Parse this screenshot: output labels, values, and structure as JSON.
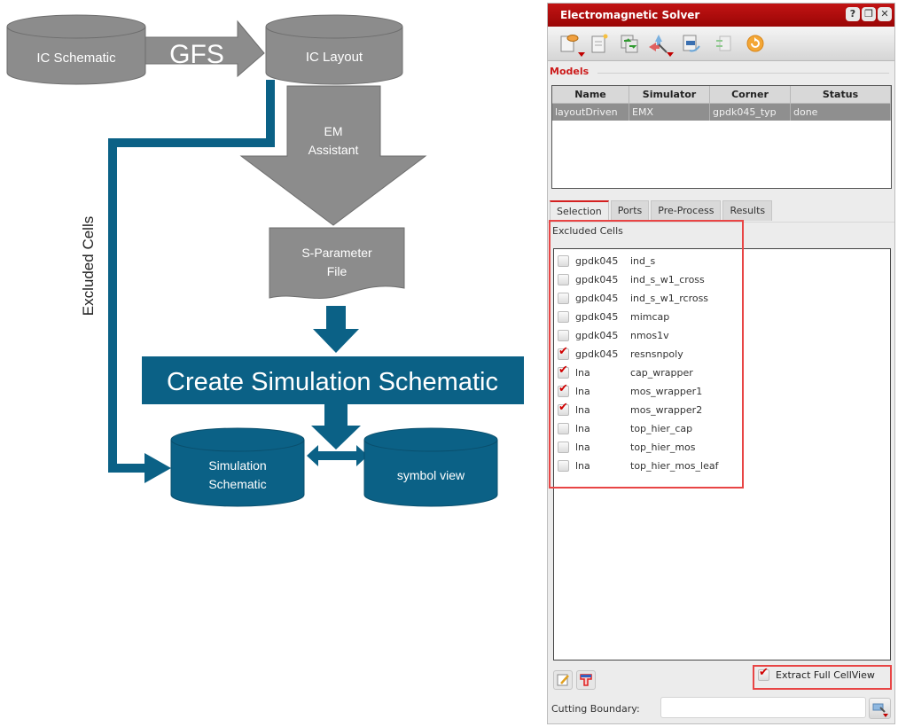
{
  "diagram": {
    "nodes": {
      "ic_schematic": "IC Schematic",
      "gfs": "GFS",
      "ic_layout": "IC Layout",
      "em_assistant_line1": "EM",
      "em_assistant_line2": "Assistant",
      "sparam_line1": "S-Parameter",
      "sparam_line2": "File",
      "create_sim": "Create Simulation Schematic",
      "sim_schematic_line1": "Simulation",
      "sim_schematic_line2": "Schematic",
      "symbol_view": "symbol view",
      "excluded_cells": "Excluded Cells"
    },
    "colors": {
      "gray": "#8c8c8c",
      "teal": "#0b6186"
    }
  },
  "panel": {
    "title": "Electromagnetic Solver",
    "title_buttons": [
      "?",
      "❐",
      "✕"
    ],
    "toolbar_icons": [
      "new-model-icon",
      "new-document-icon",
      "copy-arrows-icon",
      "port-tool-icon",
      "layout-view-icon",
      "import-icon",
      "refresh-icon"
    ],
    "models_label": "Models",
    "models_table": {
      "headers": [
        "Name",
        "Simulator",
        "Corner",
        "Status"
      ],
      "rows": [
        [
          "layoutDriven",
          "EMX",
          "gpdk045_typ",
          "done"
        ]
      ]
    },
    "tabs": [
      "Selection",
      "Ports",
      "Pre-Process",
      "Results"
    ],
    "active_tab": "Selection",
    "excluded_cells_label": "Excluded Cells",
    "cells": [
      {
        "lib": "gpdk045",
        "cell": "ind_s",
        "checked": false
      },
      {
        "lib": "gpdk045",
        "cell": "ind_s_w1_cross",
        "checked": false
      },
      {
        "lib": "gpdk045",
        "cell": "ind_s_w1_rcross",
        "checked": false
      },
      {
        "lib": "gpdk045",
        "cell": "mimcap",
        "checked": false
      },
      {
        "lib": "gpdk045",
        "cell": "nmos1v",
        "checked": false
      },
      {
        "lib": "gpdk045",
        "cell": "resnsnpoly",
        "checked": true
      },
      {
        "lib": "lna",
        "cell": "cap_wrapper",
        "checked": true
      },
      {
        "lib": "lna",
        "cell": "mos_wrapper1",
        "checked": true
      },
      {
        "lib": "lna",
        "cell": "mos_wrapper2",
        "checked": true
      },
      {
        "lib": "lna",
        "cell": "top_hier_cap",
        "checked": false
      },
      {
        "lib": "lna",
        "cell": "top_hier_mos",
        "checked": false
      },
      {
        "lib": "lna",
        "cell": "top_hier_mos_leaf",
        "checked": false
      }
    ],
    "extract_full_cellview": {
      "label": "Extract Full CellView",
      "checked": true
    },
    "cutting_boundary": {
      "label": "Cutting Boundary:",
      "value": ""
    },
    "accent_color": "#c10000"
  }
}
